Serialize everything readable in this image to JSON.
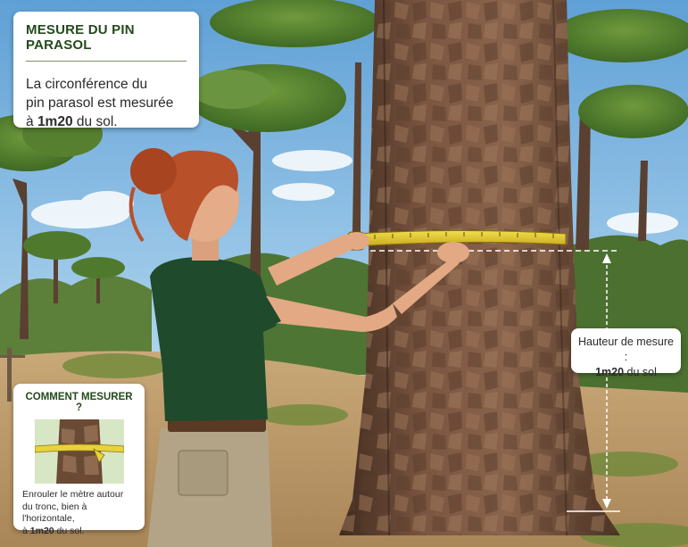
{
  "title_card": {
    "heading": "MESURE DU PIN PARASOL",
    "text_line1": "La circonférence du",
    "text_line2": "pin parasol est mesurée",
    "text_line3_prefix": "à ",
    "text_line3_bold": "1m20",
    "text_line3_suffix": " du sol."
  },
  "howto_card": {
    "heading": "COMMENT MESURER ?",
    "text_line1": "Enrouler le mètre autour",
    "text_line2": "du tronc, bien à l'horizontale,",
    "text_line3_prefix": "à ",
    "text_line3_bold": "1m20",
    "text_line3_suffix": " du sol."
  },
  "height_label": {
    "line1": "Hauteur de mesure :",
    "line2_bold": "1m20",
    "line2_suffix": " du sol"
  },
  "colors": {
    "sky": "#8fbfe0",
    "bark": "#6b4a35",
    "tape": "#e9d23a",
    "shirt": "#1f4a2c",
    "hair": "#b8502a",
    "title_green": "#234a1c"
  },
  "icons": [
    "measuring-tape-icon",
    "dimension-arrow-icon"
  ]
}
